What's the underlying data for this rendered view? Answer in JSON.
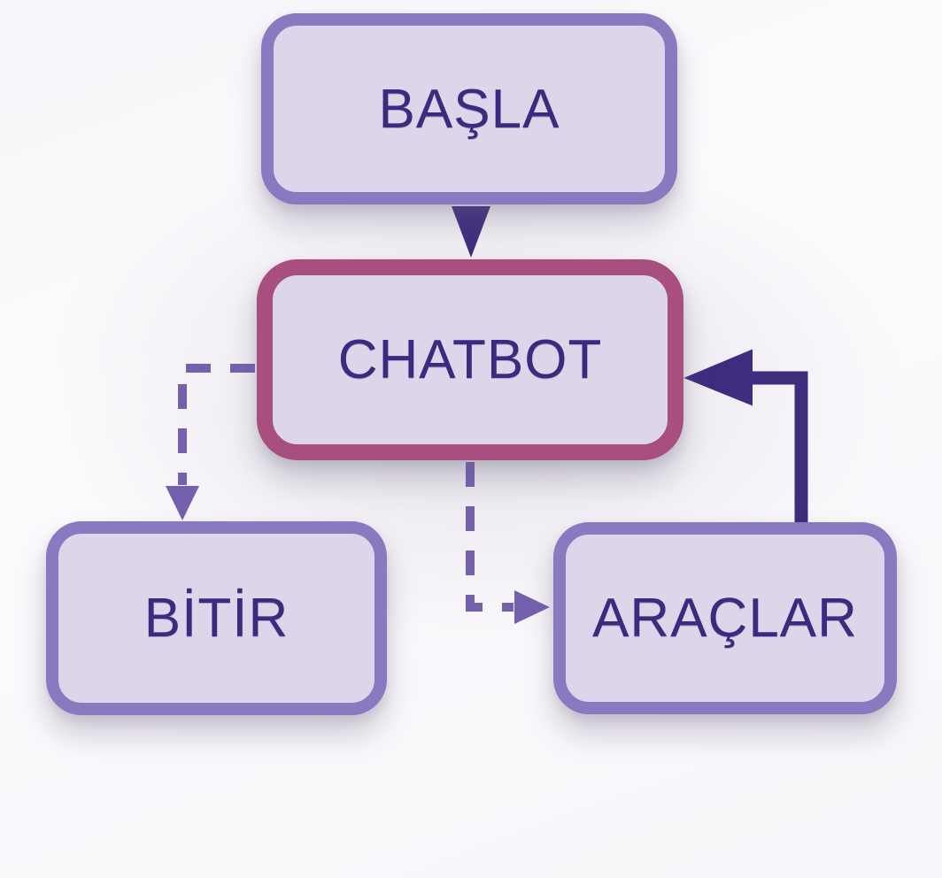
{
  "diagram": {
    "type": "flowchart",
    "nodes": [
      {
        "id": "basla",
        "label": "BAŞLA",
        "shape": "rounded-rect",
        "border_style": "purple"
      },
      {
        "id": "chatbot",
        "label": "CHATBOT",
        "shape": "rounded-rect",
        "border_style": "mauve"
      },
      {
        "id": "bitir",
        "label": "BİTİR",
        "shape": "rounded-rect",
        "border_style": "purple"
      },
      {
        "id": "araclar",
        "label": "ARAÇLAR",
        "shape": "rounded-rect",
        "border_style": "purple"
      }
    ],
    "edges": [
      {
        "from": "basla",
        "to": "chatbot",
        "style": "solid",
        "route": "straight-down"
      },
      {
        "from": "chatbot",
        "to": "bitir",
        "style": "dashed",
        "route": "left-then-down"
      },
      {
        "from": "chatbot",
        "to": "araclar",
        "style": "dashed",
        "route": "down-then-right"
      },
      {
        "from": "araclar",
        "to": "chatbot",
        "style": "solid",
        "route": "up-then-left"
      }
    ]
  },
  "colors": {
    "node_fill": "#ddd6ea",
    "node_border_purple": "#8a78c0",
    "node_border_mauve": "#a84f7f",
    "label_text": "#3a2a80",
    "arrow_solid": "#3f2c7e",
    "arrow_dashed": "#7560ae",
    "canvas_bg": "#fcfbfd"
  }
}
